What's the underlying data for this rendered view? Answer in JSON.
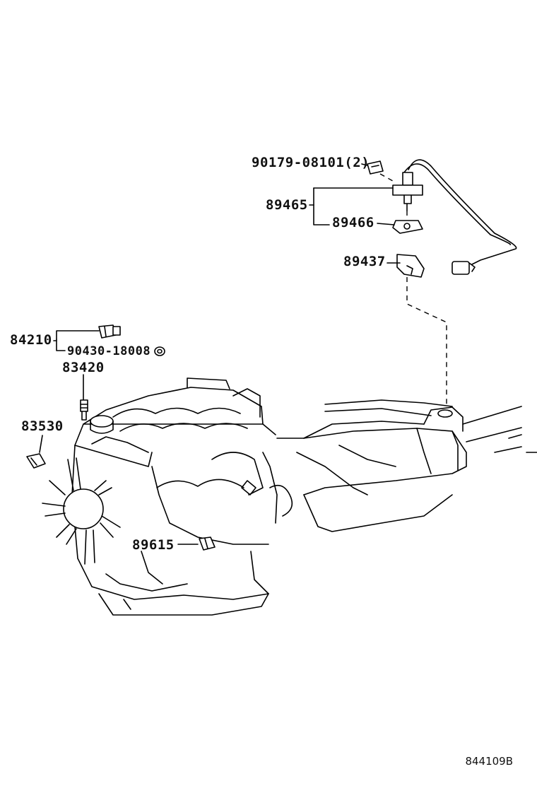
{
  "parts": {
    "bolt": "90179-08101(2)",
    "oxygen_sensor_assy": "89465",
    "oxygen_sensor_gasket": "89466",
    "sensor_bracket": "89437",
    "oil_pressure_switch": "84210",
    "gasket_ring": "90430-18008",
    "water_temp_sender": "83420",
    "water_temp_sensor": "83530",
    "knock_sensor": "89615"
  },
  "diagram_id": "844109B"
}
